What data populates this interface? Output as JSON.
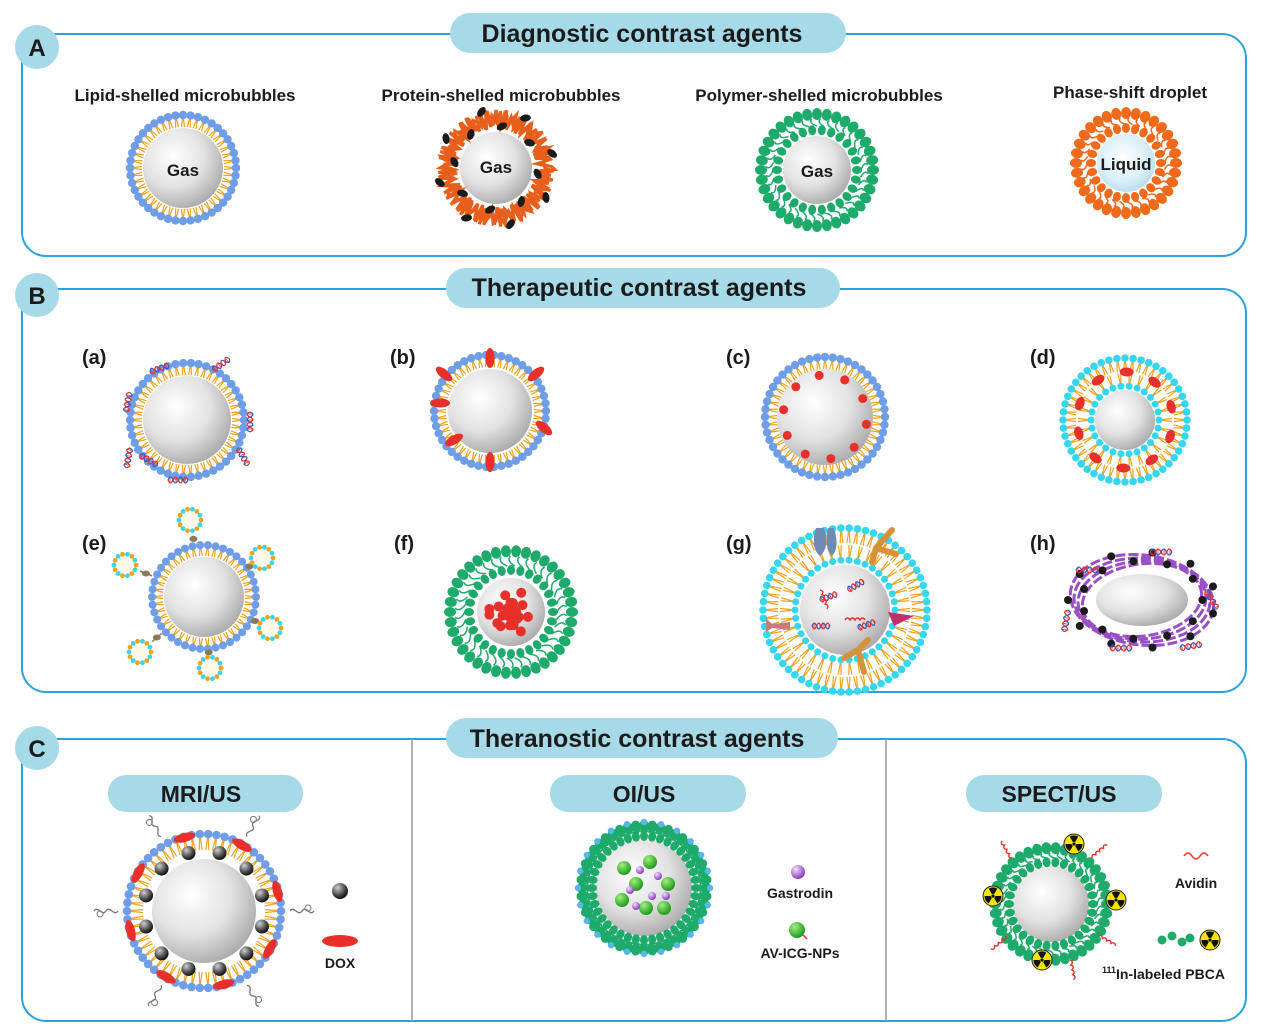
{
  "colors": {
    "frame": "#2aa2dc",
    "pill": "#a7dae8",
    "lipid_head": "#6f9de8",
    "lipid_tail": "#f2a21a",
    "cyan_head": "#35d7f0",
    "polymer_green": "#1eaa6a",
    "protein_orange": "#e85f1c",
    "droplet_orange": "#ef6a1a",
    "drug_red": "#e8302a",
    "purple": "#9a4fc6",
    "black": "#1b1b1b"
  },
  "panel_a": {
    "letter": "A",
    "title": "Diagnostic contrast agents",
    "items": [
      {
        "label": "Lipid-shelled microbubbles",
        "core": "Gas"
      },
      {
        "label": "Protein-shelled microbubbles",
        "core": "Gas"
      },
      {
        "label": "Polymer-shelled microbubbles",
        "core": "Gas"
      },
      {
        "label": "Phase-shift droplet",
        "core": "Liquid"
      }
    ]
  },
  "panel_b": {
    "letter": "B",
    "title": "Therapeutic contrast agents",
    "sub_labels": [
      "(a)",
      "(b)",
      "(c)",
      "(d)",
      "(e)",
      "(f)",
      "(g)",
      "(h)"
    ]
  },
  "panel_c": {
    "letter": "C",
    "title": "Theranostic contrast agents",
    "sections": [
      {
        "title": "MRI/US",
        "legend": [
          "DOX"
        ]
      },
      {
        "title": "OI/US",
        "legend": [
          "Gastrodin",
          "AV-ICG-NPs"
        ]
      },
      {
        "title": "SPECT/US",
        "legend": [
          "Avidin",
          "In-labeled PBCA"
        ],
        "superscript": "111"
      }
    ]
  }
}
